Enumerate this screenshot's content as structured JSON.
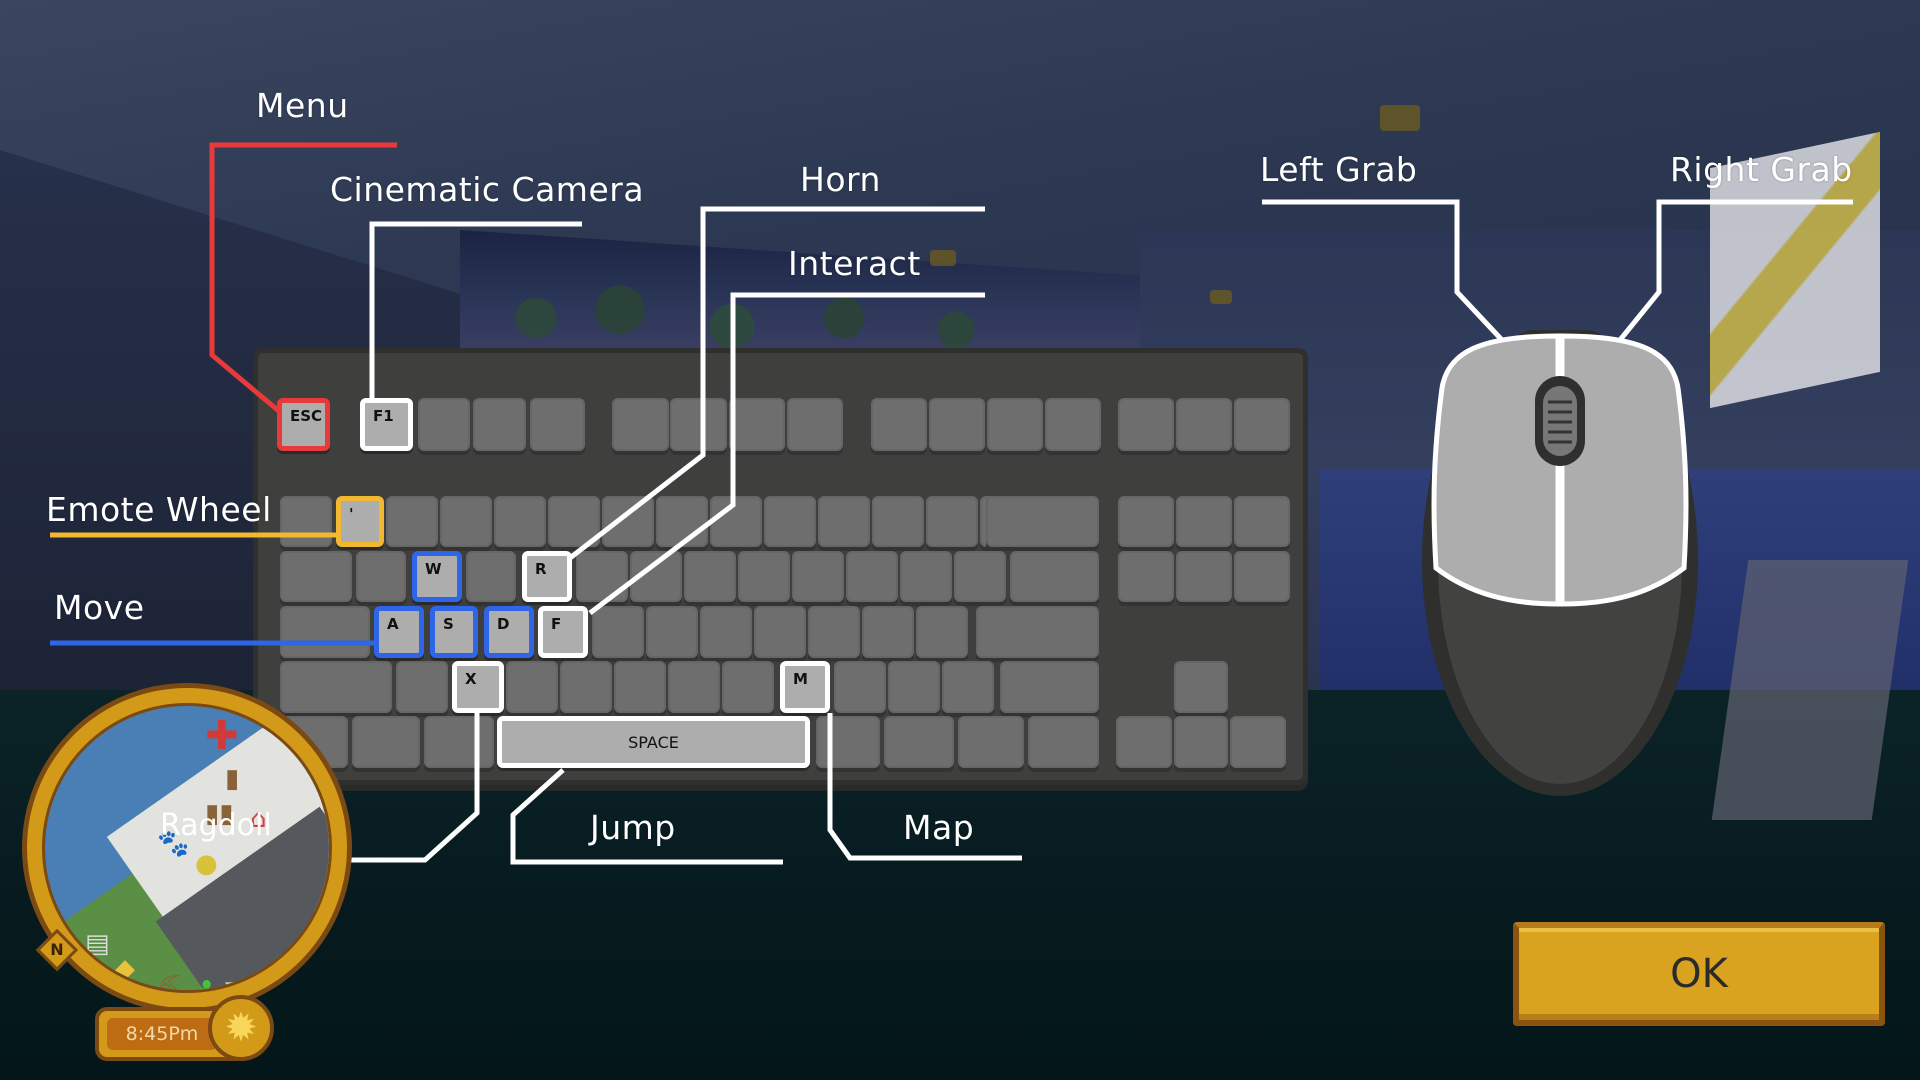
{
  "overlay": {
    "title": "Controls",
    "labels": {
      "menu": "Menu",
      "cinematic_camera": "Cinematic Camera",
      "horn": "Horn",
      "interact": "Interact",
      "emote_wheel": "Emote Wheel",
      "move": "Move",
      "ragdoll": "Ragdoll",
      "jump": "Jump",
      "map": "Map",
      "left_grab": "Left Grab",
      "right_grab": "Right Grab"
    },
    "colors": {
      "menu": "#e83a3a",
      "emote_wheel": "#f2b830",
      "move": "#2f66e8",
      "default": "#ffffff"
    }
  },
  "keyboard": {
    "keys": {
      "esc": "ESC",
      "f1": "F1",
      "backtick": "'",
      "w": "W",
      "r": "R",
      "a": "A",
      "s": "S",
      "d": "D",
      "f": "F",
      "x": "X",
      "m": "M",
      "space": "SPACE"
    }
  },
  "mouse": {
    "left_button": "Left Grab",
    "right_button": "Right Grab"
  },
  "hud": {
    "time": "8:45Pm",
    "compass": "N",
    "minimap_icons": [
      "hospital-cross",
      "wardrobe",
      "wardrobe",
      "house",
      "paw-print",
      "smiley",
      "newspaper",
      "taxi-sign",
      "pickaxe",
      "cactus",
      "trash-bin"
    ]
  },
  "buttons": {
    "ok": "OK"
  }
}
